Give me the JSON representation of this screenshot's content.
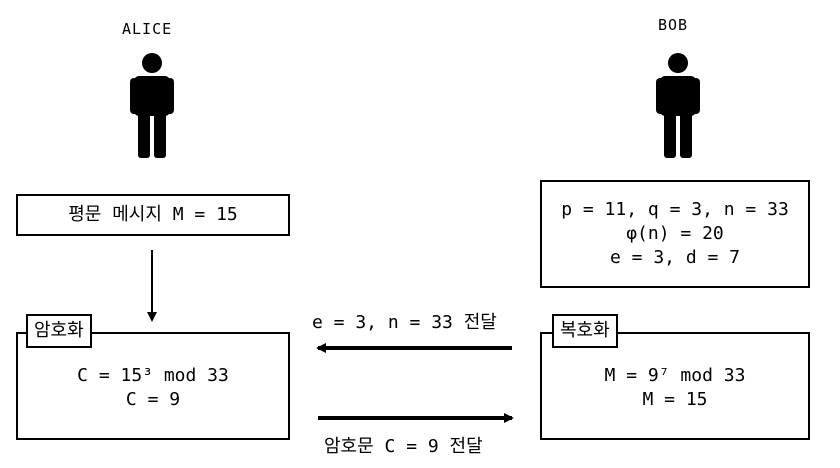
{
  "alice": {
    "name": "ALICE",
    "plaintext": "평문 메시지 M = 15",
    "encrypt_tab": "암호화",
    "encrypt_lines": [
      "C = 15³ mod 33",
      "C = 9"
    ]
  },
  "bob": {
    "name": "BOB",
    "key_lines": [
      "p = 11, q = 3, n = 33",
      "φ(n) = 20",
      "e = 3, d = 7"
    ],
    "decrypt_tab": "복호화",
    "decrypt_lines": [
      "M = 9⁷ mod 33",
      "M = 15"
    ]
  },
  "transfer": {
    "public_key": "e = 3, n = 33 전달",
    "ciphertext": "암호문 C = 9 전달"
  },
  "colors": {
    "stroke": "#000000",
    "background": "#ffffff"
  }
}
